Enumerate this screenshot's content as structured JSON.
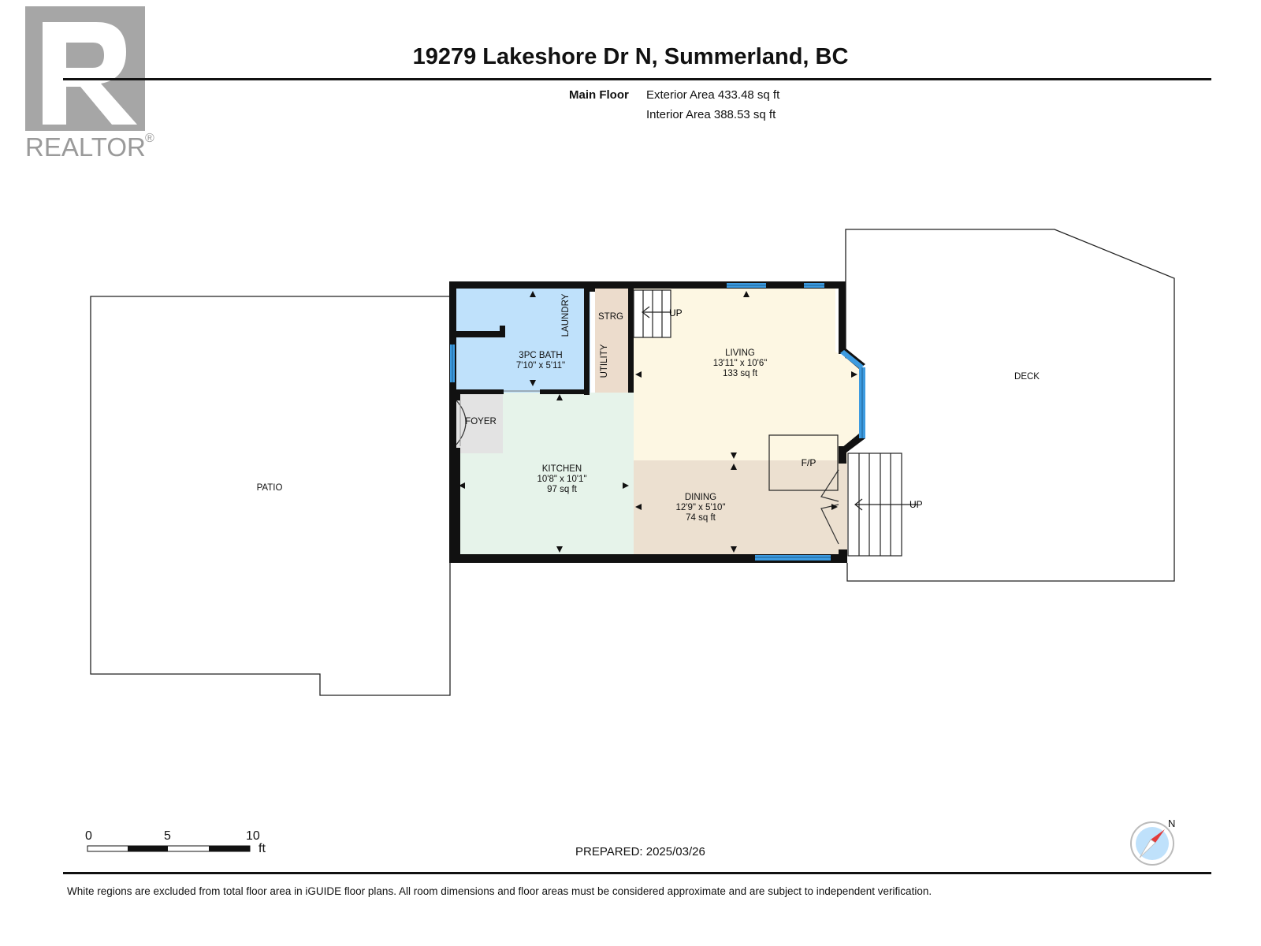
{
  "title": "19279 Lakeshore Dr N, Summerland, BC",
  "logo": {
    "brand": "REALTOR",
    "mark": "®",
    "icon": "realtor-r-logo"
  },
  "floor_summary": {
    "floor_name": "Main Floor",
    "exterior_area": "Exterior Area 433.48 sq ft",
    "interior_area": "Interior Area 388.53 sq ft"
  },
  "rooms": {
    "bath": {
      "name": "3PC BATH",
      "dims": "7'10\" x 5'11\""
    },
    "laundry": {
      "name": "LAUNDRY"
    },
    "storage": {
      "name": "STRG"
    },
    "utility": {
      "name": "UTILITY"
    },
    "living": {
      "name": "LIVING",
      "dims": "13'11\" x 10'6\"",
      "area": "133 sq ft"
    },
    "foyer": {
      "name": "FOYER"
    },
    "kitchen": {
      "name": "KITCHEN",
      "dims": "10'8\" x 10'1\"",
      "area": "97 sq ft"
    },
    "dining": {
      "name": "DINING",
      "dims": "12'9\" x 5'10\"",
      "area": "74 sq ft"
    },
    "fireplace": {
      "name": "F/P"
    },
    "patio": {
      "name": "PATIO"
    },
    "deck": {
      "name": "DECK"
    },
    "stairs_up_interior": "UP",
    "stairs_up_deck": "UP"
  },
  "scale_bar": {
    "labels": [
      "0",
      "5",
      "10"
    ],
    "unit": "ft"
  },
  "prepared": "PREPARED: 2025/03/26",
  "compass": {
    "label": "N",
    "icon": "north-compass-icon"
  },
  "disclaimer": "White regions are excluded from total floor area in iGUIDE floor plans. All room dimensions and floor areas must be considered approximate and are subject to independent verification.",
  "colors": {
    "bath": "#bfe1fb",
    "storage": "#ecdccc",
    "living": "#fdf7e3",
    "foyer": "#e3e3e3",
    "kitchen": "#e6f3ea",
    "dining": "#ece0d0",
    "window": "#3d9be0",
    "wall": "#111111"
  }
}
